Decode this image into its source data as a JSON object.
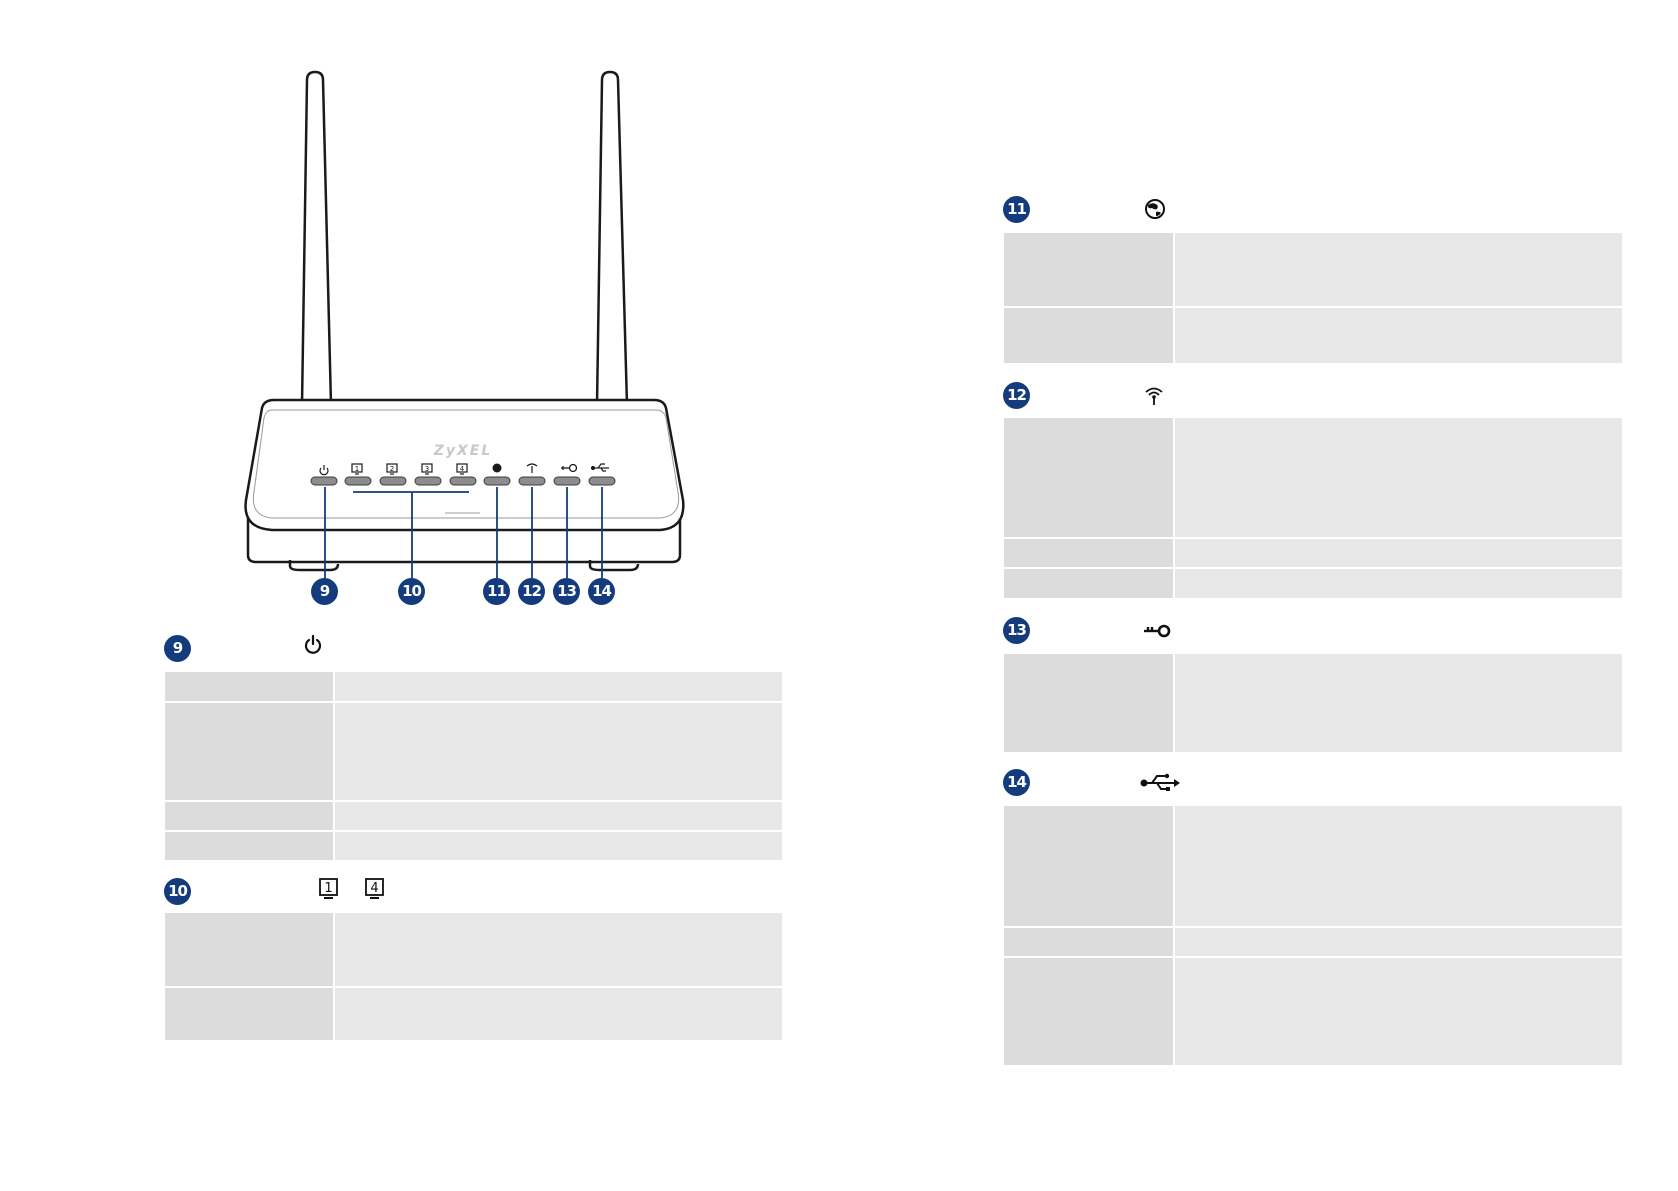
{
  "brand": {
    "logo_text": "ZyXEL"
  },
  "colors": {
    "badge": "#143b7d",
    "leader_line": "#143b7d",
    "cell_label": "#dcdcdd",
    "cell_value": "#e7e7e8",
    "led": "#8c8c8c"
  },
  "router": {
    "leds": [
      {
        "icon": "power-icon"
      },
      {
        "icon": "lan-1-icon",
        "number": "1"
      },
      {
        "icon": "lan-2-icon",
        "number": "2"
      },
      {
        "icon": "lan-3-icon",
        "number": "3"
      },
      {
        "icon": "lan-4-icon",
        "number": "4"
      },
      {
        "icon": "internet-icon"
      },
      {
        "icon": "wlan-icon"
      },
      {
        "icon": "wps-icon"
      },
      {
        "icon": "usb-icon"
      }
    ],
    "callouts": [
      "9",
      "10",
      "11",
      "12",
      "13",
      "14"
    ]
  },
  "sections": [
    {
      "number": "9",
      "icon": "power-icon",
      "rows": 4
    },
    {
      "number": "10",
      "icon": "lan-icon",
      "icon_labels": [
        "1",
        "4"
      ],
      "rows": 2
    },
    {
      "number": "11",
      "icon": "internet-icon",
      "rows": 2
    },
    {
      "number": "12",
      "icon": "wlan-icon",
      "rows": 3
    },
    {
      "number": "13",
      "icon": "wps-icon",
      "rows": 1
    },
    {
      "number": "14",
      "icon": "usb-icon",
      "rows": 3
    }
  ]
}
